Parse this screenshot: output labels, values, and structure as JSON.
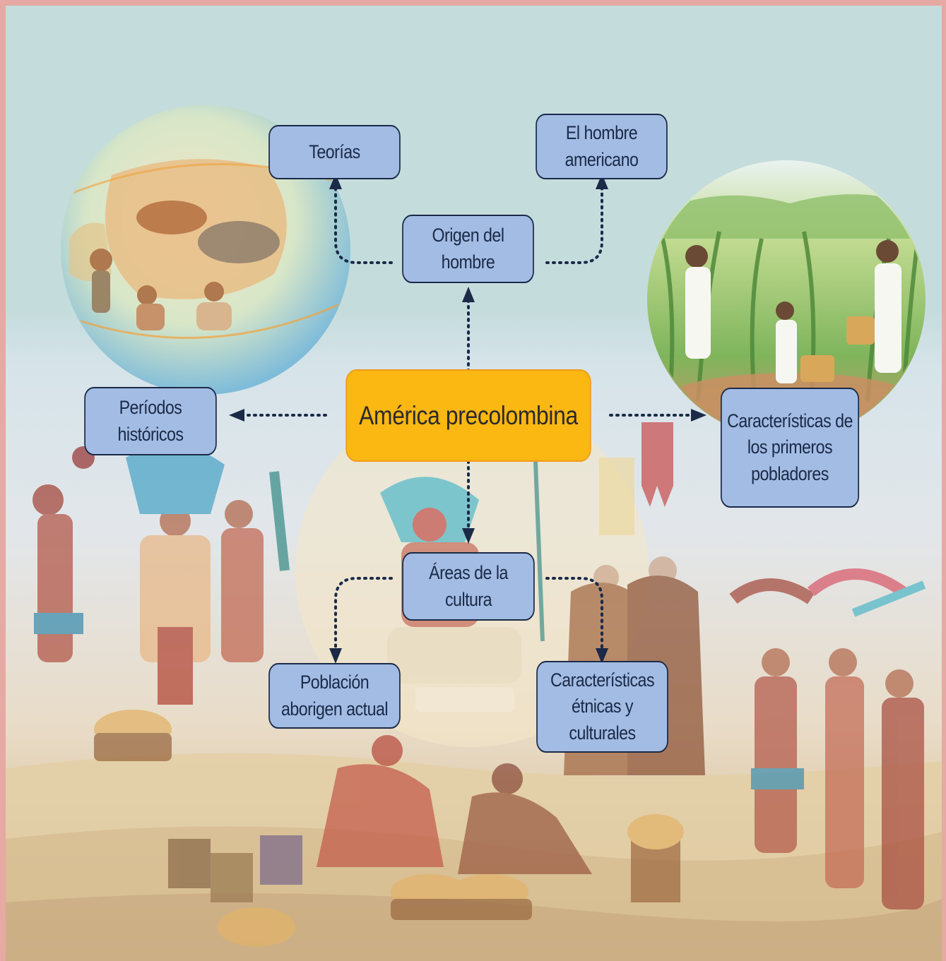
{
  "diagram": {
    "center": "América precolombina",
    "nodes": {
      "origen": "Origen del hombre",
      "teorias": "Teorías",
      "hombre_americano": "El hombre americano",
      "periodos": "Períodos históricos",
      "caracteristicas_pobladores": "Características de los primeros pobladores",
      "areas": "Áreas de la cultura",
      "poblacion": "Población aborigen actual",
      "caracteristicas_etnicas": "Características étnicas y culturales"
    },
    "connector_color": "#1a2a47",
    "node_fill": "#a3bce4",
    "center_fill": "#fbb712"
  },
  "illustrations": {
    "left_globe": "globe-cave-art-illustration",
    "right_circle": "cornfield-illustration",
    "background": "mayan-scene-illustration"
  }
}
